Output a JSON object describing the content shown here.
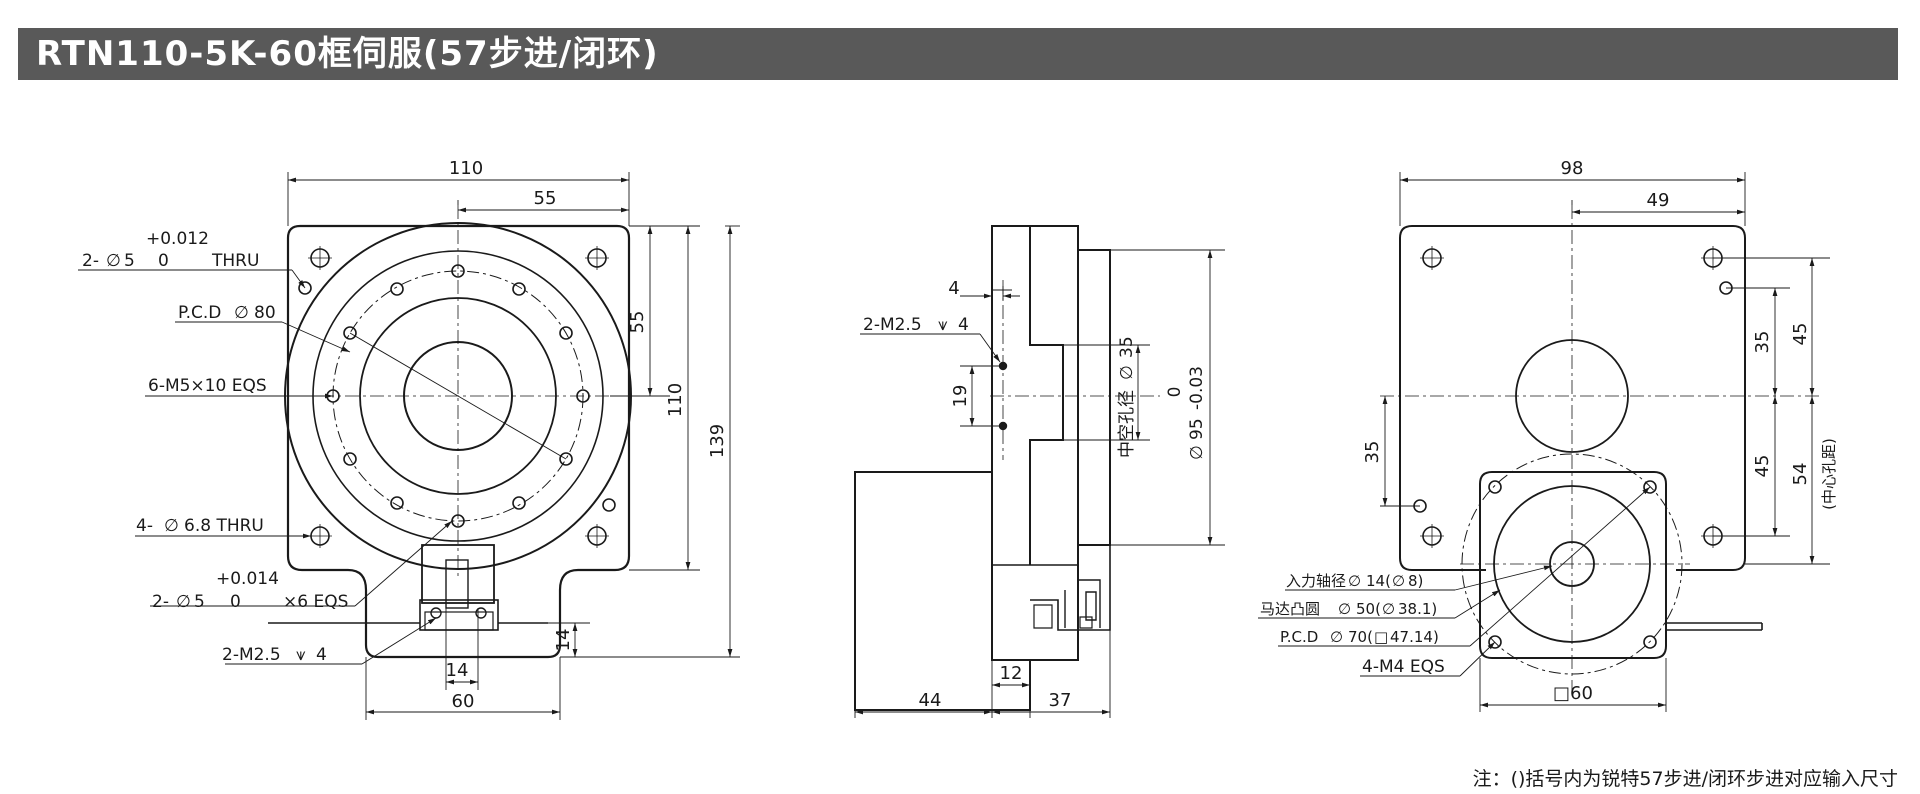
{
  "title": "RTN110-5K-60框伺服(57步进/闭环)",
  "footnote": "注：()括号内为锐特57步进/闭环步进对应输入尺寸",
  "front_view": {
    "dim_width": "110",
    "dim_half_width": "55",
    "dim_half_height": "55",
    "dim_height_flange": "110",
    "dim_height_total": "139",
    "dim_base_width": "60",
    "dim_slot_width": "14",
    "dim_slot_height": "14",
    "tol_hole_thru": "+0.012",
    "tol_hole_thru_low": "0",
    "tol_hole_eqs": "+0.014",
    "tol_hole_eqs_low": "0",
    "label_hole_thru_prefix": "2-",
    "label_hole_thru_dia": "5",
    "label_hole_thru_suffix": "THRU",
    "label_pcd": "P.C.D",
    "label_pcd_dia": "80",
    "label_tap": "6-M5×10 EQS",
    "label_thru_holes_prefix": "4-",
    "label_thru_holes_dia": "6.8 THRU",
    "label_pin_prefix": "2-",
    "label_pin_dia": "5",
    "label_pin_suffix": "×6 EQS",
    "label_m25": "2-M2.5",
    "label_m25_depth": "4"
  },
  "side_view": {
    "dim_4": "4",
    "label_m25": "2-M2.5",
    "label_m25_depth": "4",
    "dim_19": "19",
    "label_hollow": "中空孔径",
    "label_hollow_dia": "35",
    "label_dia95": "95",
    "tol_upper": "0",
    "tol_lower": "-0.03",
    "dim_44": "44",
    "dim_12": "12",
    "dim_37": "37"
  },
  "right_view": {
    "dim_98": "98",
    "dim_49": "49",
    "dim_35_top": "35",
    "dim_45_top": "45",
    "dim_45_bottom": "45",
    "dim_54": "54",
    "label_center_distance": "(中心孔距)",
    "dim_35_left": "35",
    "label_input_shaft": "入力轴径",
    "label_input_shaft_val": "14(",
    "label_input_shaft_alt": "8)",
    "label_motor_boss": "马达凸圆",
    "label_motor_boss_val": "50(",
    "label_motor_boss_alt": "38.1)",
    "label_pcd": "P.C.D",
    "label_pcd_val": "70(",
    "label_pcd_alt": "47.14)",
    "label_m4": "4-M4 EQS",
    "dim_square": "□60"
  },
  "symbols": {
    "diameter": "∅",
    "depth": "⩛",
    "square": "□"
  }
}
